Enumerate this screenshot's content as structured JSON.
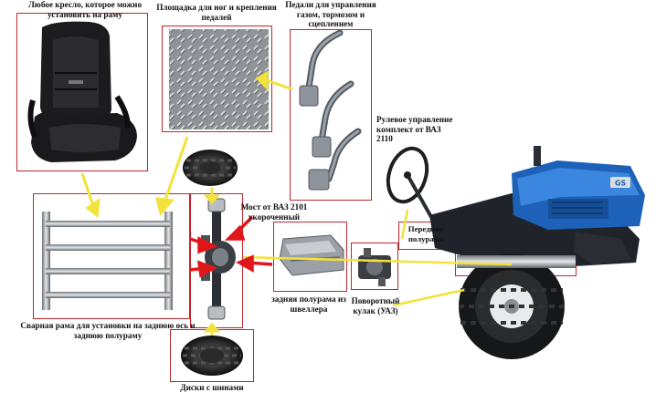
{
  "captions": {
    "seat": "Любое кресло, которое можно установить на раму",
    "platform": "Площадка для ног и крепления педалей",
    "pedals": "Педали для управления газом, тормозом и сцеплением",
    "steering": "Рулевое управление комплект от ВАЗ 2110",
    "front_half_frame": "Передняя полурама",
    "axle": "Мост от ВАЗ 2101 укороченный",
    "rear_half_frame": "задняя полурама из швеллера",
    "knuckle": "Поворотный кулак (УАЗ)",
    "frame": "Сварная рама для установки на заднюю ось и заднюю полураму",
    "wheels": "Диски с шинами"
  },
  "tractor": {
    "badge": "GS"
  },
  "colors": {
    "box_border": "#c0262c",
    "arrow_yellow": "#f2e23a",
    "arrow_red": "#e0161b",
    "tractor_blue": "#1d62b8"
  }
}
